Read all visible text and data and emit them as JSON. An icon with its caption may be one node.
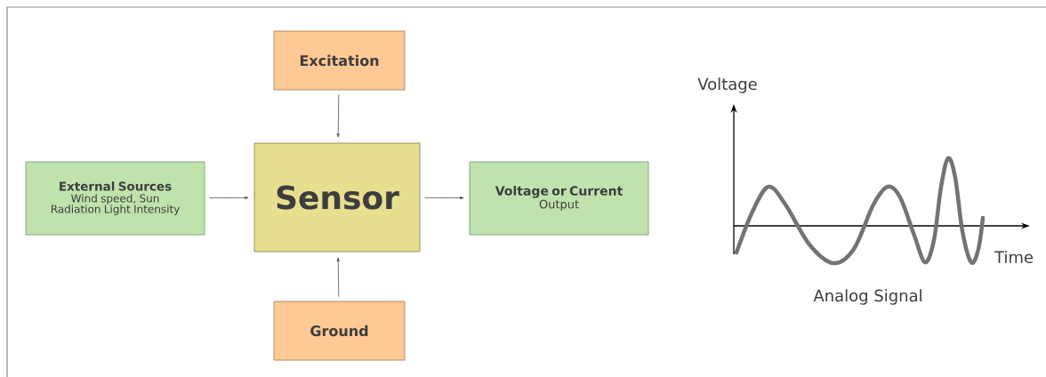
{
  "diagram": {
    "nodes": [
      {
        "text": [
          "Excitation"
        ]
      },
      {
        "text": [
          "External Sources",
          "Wind speed, Sun Radiation Light Intensity"
        ]
      },
      {
        "text": [
          "Sensor"
        ]
      },
      {
        "text": [
          "Voltage or Current",
          "Output"
        ]
      },
      {
        "text": [
          "Ground"
        ]
      }
    ],
    "edges": [
      {
        "from": 0,
        "to": 2,
        "arrow": "to"
      },
      {
        "from": 1,
        "to": 2,
        "arrow": "to"
      },
      {
        "from": 2,
        "to": 3,
        "arrow": "to"
      },
      {
        "from": 4,
        "to": 2,
        "arrow": "to"
      }
    ],
    "labels": [
      "Voltage",
      "Time",
      "Analog Signal"
    ]
  }
}
